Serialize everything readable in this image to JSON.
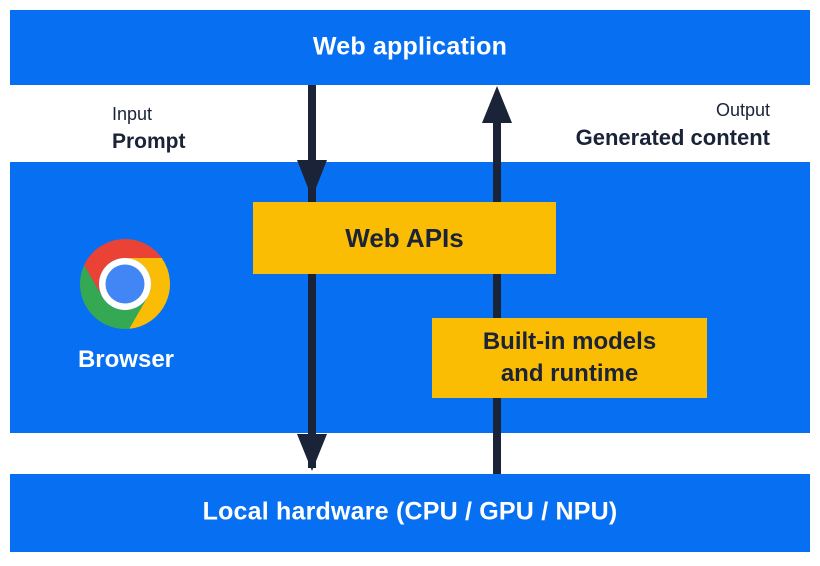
{
  "top_bar": {
    "label": "Web application"
  },
  "io_labels": {
    "input_title": "Input",
    "input_value": "Prompt",
    "output_title": "Output",
    "output_value": "Generated content"
  },
  "browser": {
    "label": "Browser",
    "web_apis_label": "Web APIs",
    "builtin_line1": "Built-in models",
    "builtin_line2": "and runtime"
  },
  "bottom_bar": {
    "label": "Local hardware (CPU / GPU / NPU)"
  },
  "icons": {
    "chrome": "chrome-browser-logo",
    "down_arrow": "downward-flow-arrow",
    "up_arrow": "upward-flow-arrow"
  },
  "colors": {
    "blue": "#0770f2",
    "yellow": "#fbbc04",
    "navy": "#1a2337",
    "white": "#ffffff",
    "chrome_red": "#ea4335",
    "chrome_yellow": "#fbbc05",
    "chrome_green": "#34a853",
    "chrome_blue": "#4285f4"
  }
}
